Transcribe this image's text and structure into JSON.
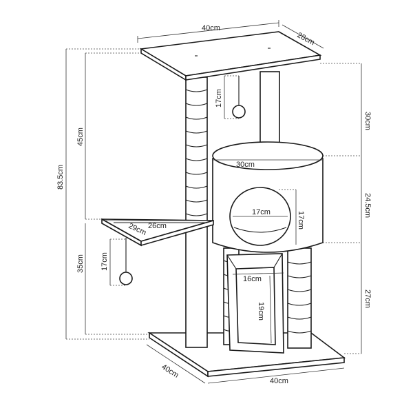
{
  "labels": {
    "top_width": "40cm",
    "top_depth": "28cm",
    "total_height": "83.5cm",
    "upper_height": "45cm",
    "top_toy": "17cm",
    "top_section": "30cm",
    "house_width": "30cm",
    "mid_section": "24.5cm",
    "hole_width": "17cm",
    "hole_height": "17cm",
    "platform_width": "26cm",
    "platform_depth": "29cm",
    "lower_height": "35cm",
    "lower_toy": "17cm",
    "ramp_width": "16cm",
    "ramp_length": "19cm",
    "bottom_section": "27cm",
    "base_depth": "40cm",
    "base_width": "40cm"
  },
  "colors": {
    "outline": "#1a1a1a",
    "background": "#ffffff"
  }
}
